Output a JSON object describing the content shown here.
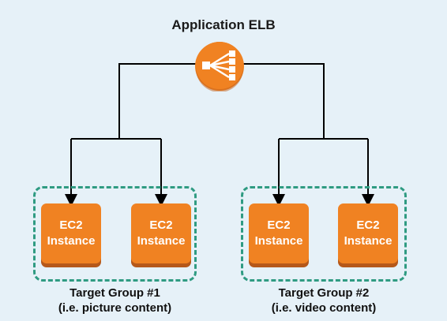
{
  "diagram": {
    "title": "Application ELB",
    "load_balancer_icon": "elb-icon",
    "colors": {
      "background": "#e6f1f8",
      "instance": "#f08222",
      "group_border": "#2f9b82",
      "connector": "#000000"
    },
    "groups": [
      {
        "label_line1": "Target Group #1",
        "label_line2": "(i.e. picture content)",
        "instances": [
          {
            "line1": "EC2",
            "line2": "Instance"
          },
          {
            "line1": "EC2",
            "line2": "Instance"
          }
        ]
      },
      {
        "label_line1": "Target Group #2",
        "label_line2": "(i.e. video content)",
        "instances": [
          {
            "line1": "EC2",
            "line2": "Instance"
          },
          {
            "line1": "EC2",
            "line2": "Instance"
          }
        ]
      }
    ]
  }
}
